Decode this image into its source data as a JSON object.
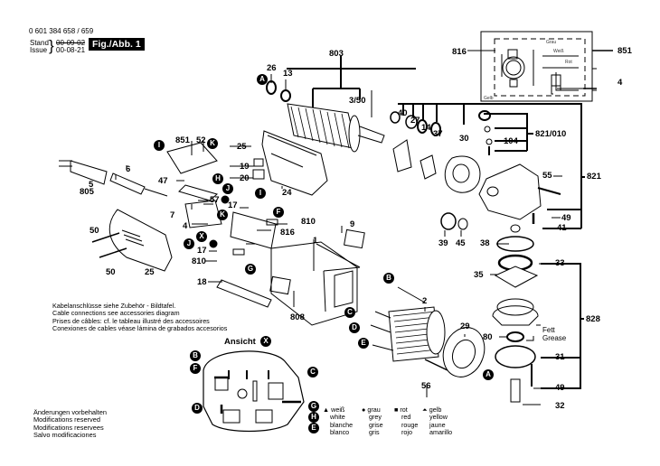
{
  "header": {
    "document_number": "0 601 384 658 / 659",
    "stand_label": "Stand",
    "issue_label": "Issue",
    "stand_date_struck": "00-09-02",
    "issue_date": "00-08-21",
    "figure_label": "Fig./Abb. 1"
  },
  "notes": [
    "Kabelanschlüsse siehe Zubehör - Bildtafel.",
    "Cable connections see accessories diagram",
    "Prises de câbles: cf. le tableau illustré des accessoires",
    "Conexiones de cables véase lámina de grabados accesorios"
  ],
  "modifications": [
    "Änderungen vorbehalten",
    "Modifications reserved",
    "Modifications reservees",
    "Salvo modificaciones"
  ],
  "color_legend": [
    {
      "symbol": "▲",
      "symbol_name": "triangle",
      "de": "weiß",
      "en": "white",
      "fr": "blanche",
      "es": "blanco"
    },
    {
      "symbol": "●",
      "symbol_name": "circle",
      "de": "grau",
      "en": "grey",
      "fr": "grise",
      "es": "gris"
    },
    {
      "symbol": "■",
      "symbol_name": "square",
      "de": "rot",
      "en": "red",
      "fr": "rouge",
      "es": "rojo"
    },
    {
      "symbol": "⏶",
      "symbol_name": "half-dome",
      "de": "gelb",
      "en": "yellow",
      "fr": "jaune",
      "es": "amarillo"
    }
  ],
  "view_label": "Ansicht",
  "view_marker": "X",
  "grease_note": {
    "de": "Fett",
    "en": "Grease"
  },
  "wiring_diagram_labels": [
    "Grau",
    "Weiß",
    "Rot",
    "Gelb",
    "Grau",
    "Weiß"
  ],
  "part_callouts": [
    "803",
    "26",
    "13",
    "3/50",
    "816",
    "851",
    "4",
    "40",
    "27",
    "14",
    "37",
    "30",
    "821/010",
    "104",
    "821",
    "55",
    "49",
    "41",
    "25",
    "19",
    "20",
    "24",
    "851",
    "52",
    "6",
    "5",
    "805",
    "47",
    "57",
    "7",
    "4",
    "17",
    "810",
    "816",
    "17",
    "810",
    "50",
    "50",
    "25",
    "9",
    "1",
    "18",
    "808",
    "2",
    "29",
    "56",
    "39",
    "45",
    "38",
    "35",
    "33",
    "80",
    "828",
    "31",
    "49",
    "32"
  ],
  "connector_markers": [
    "A",
    "A",
    "B",
    "B",
    "C",
    "C",
    "D",
    "D",
    "E",
    "E",
    "F",
    "F",
    "G",
    "G",
    "H",
    "H",
    "I",
    "I",
    "J",
    "J",
    "K",
    "K",
    "X",
    "X"
  ],
  "colors": {
    "ink": "#000000",
    "paper": "#ffffff",
    "fig_label_bg": "#000000",
    "fig_label_text": "#ffffff"
  }
}
